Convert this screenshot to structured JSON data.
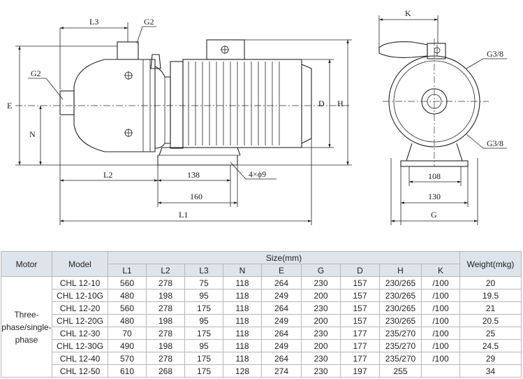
{
  "drawing": {
    "labels": {
      "L3": "L3",
      "G2_top": "G2",
      "G2_side": "G2",
      "E": "E",
      "N": "N",
      "D": "D",
      "H": "H",
      "L2": "L2",
      "dim138": "138",
      "holes": "4×ϕ9",
      "dim160": "160",
      "L1": "L1",
      "K": "K",
      "G38_top": "G3/8",
      "G38_bottom": "G3/8",
      "dim108": "108",
      "dim130": "130",
      "G": "G"
    }
  },
  "table": {
    "headers": {
      "motor": "Motor",
      "model": "Model",
      "size": "Size(mm)",
      "weight": "Weight(mkg)",
      "cols": [
        "L1",
        "L2",
        "L3",
        "N",
        "E",
        "G",
        "D",
        "H",
        "K"
      ]
    },
    "motor_type": "Three-phase/single-phase",
    "rows": [
      {
        "model": "CHL 12-10",
        "L1": "560",
        "L2": "278",
        "L3": "75",
        "N": "118",
        "E": "264",
        "G": "230",
        "D": "157",
        "H": "230/265",
        "K": "/100",
        "weight": "20"
      },
      {
        "model": "CHL 12-10G",
        "L1": "480",
        "L2": "198",
        "L3": "95",
        "N": "118",
        "E": "249",
        "G": "200",
        "D": "157",
        "H": "230/265",
        "K": "/100",
        "weight": "19.5"
      },
      {
        "model": "CHL 12-20",
        "L1": "560",
        "L2": "278",
        "L3": "175",
        "N": "118",
        "E": "264",
        "G": "230",
        "D": "157",
        "H": "230/265",
        "K": "/100",
        "weight": "21"
      },
      {
        "model": "CHL 12-20G",
        "L1": "480",
        "L2": "198",
        "L3": "95",
        "N": "118",
        "E": "249",
        "G": "200",
        "D": "157",
        "H": "230/265",
        "K": "/100",
        "weight": "20.5"
      },
      {
        "model": "CHL 12-30",
        "L1": "70",
        "L2": "278",
        "L3": "175",
        "N": "118",
        "E": "264",
        "G": "230",
        "D": "177",
        "H": "235/270",
        "K": "/100",
        "weight": "25"
      },
      {
        "model": "CHL 12-30G",
        "L1": "490",
        "L2": "198",
        "L3": "95",
        "N": "118",
        "E": "249",
        "G": "200",
        "D": "177",
        "H": "235/270",
        "K": "/100",
        "weight": "24.5"
      },
      {
        "model": "CHL 12-40",
        "L1": "570",
        "L2": "278",
        "L3": "175",
        "N": "118",
        "E": "264",
        "G": "230",
        "D": "177",
        "H": "235/270",
        "K": "/100",
        "weight": "29"
      },
      {
        "model": "CHL 12-50",
        "L1": "610",
        "L2": "268",
        "L3": "175",
        "N": "128",
        "E": "274",
        "G": "230",
        "D": "197",
        "H": "255",
        "K": "",
        "weight": "34"
      }
    ]
  }
}
